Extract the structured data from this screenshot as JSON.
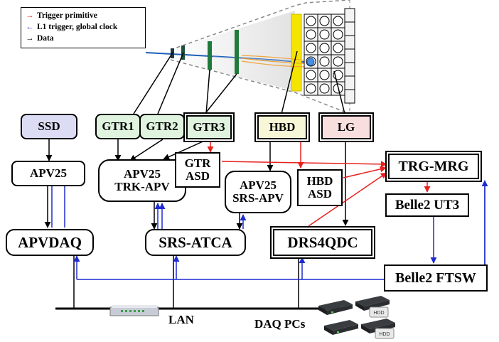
{
  "legend": {
    "trigger": "Trigger primitive",
    "l1": "L1 trigger, global clock",
    "data": "Data"
  },
  "detectors": {
    "ssd": "SSD",
    "gtr1": "GTR1",
    "gtr2": "GTR2",
    "gtr3": "GTR3",
    "hbd": "HBD",
    "lg": "LG"
  },
  "modules": {
    "apv25": "APV25",
    "apv25_trk": "APV25\nTRK-APV",
    "gtr_asd": "GTR\nASD",
    "apv25_srs": "APV25\nSRS-APV",
    "hbd_asd": "HBD\nASD",
    "trg_mrg": "TRG-MRG",
    "belle2_ut3": "Belle2 UT3",
    "apvdaq": "APVDAQ",
    "srs_atca": "SRS-ATCA",
    "drs4qdc": "DRS4QDC",
    "belle2_ftsw": "Belle2 FTSW"
  },
  "network": {
    "lan": "LAN",
    "daq_pcs": "DAQ PCs",
    "hdd": "HDD"
  },
  "colors": {
    "trigger": "#e8211d",
    "l1": "#1d2bd1",
    "data": "#000000",
    "ssd_fill": "#dcdcf5",
    "gtr_fill": "#dff3df",
    "hbd_fill": "#f7f7d8",
    "lg_fill": "#f9dede",
    "gtr_plane": "#1f7a3c",
    "hbd_plane": "#f5e400"
  }
}
